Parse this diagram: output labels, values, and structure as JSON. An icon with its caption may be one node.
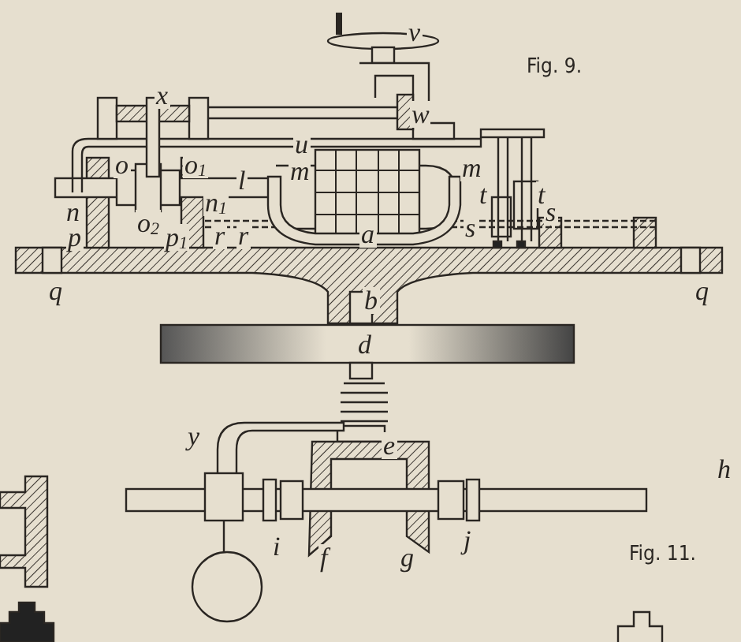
{
  "diagram": {
    "labels": [
      "v",
      "Fig. 9.",
      "x",
      "w",
      "u",
      "o",
      "o$_{1}$",
      "l",
      "m",
      "m",
      "t",
      "t",
      "n",
      "p",
      "o$_{2}$",
      "p$_{1}$",
      "n$_{1}$",
      "r",
      "r",
      "a",
      "s",
      "s",
      "q",
      "b",
      "q",
      "d",
      "y",
      "e",
      "h",
      "i",
      "f",
      "g",
      "j",
      "Fig. 11."
    ]
  }
}
